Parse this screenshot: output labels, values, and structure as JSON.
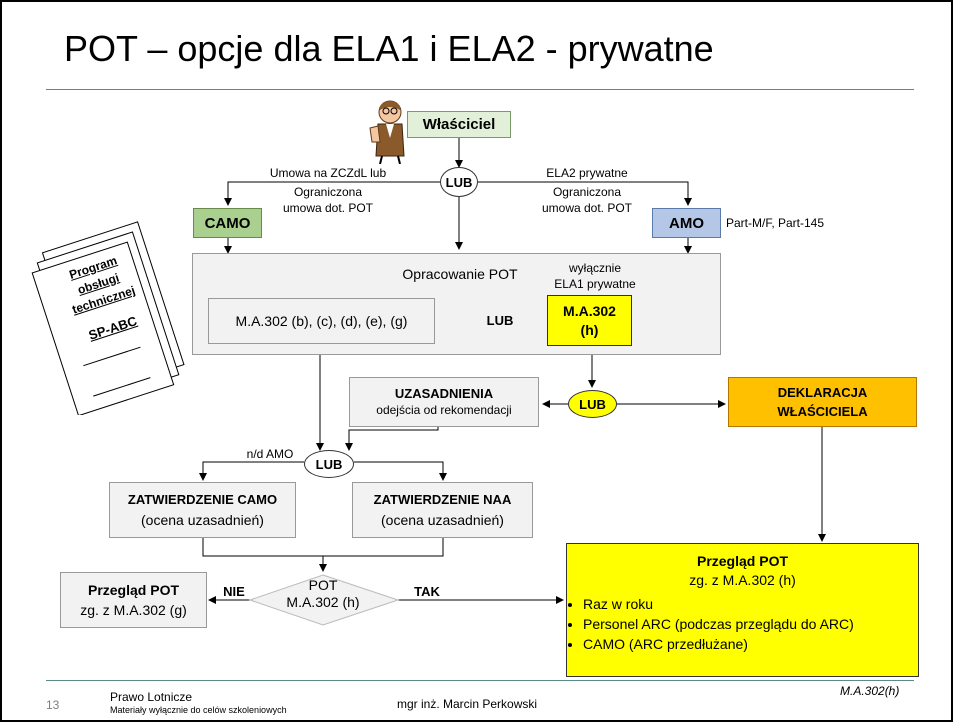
{
  "slide": {
    "title": "POT – opcje dla ELA1 i ELA2 - prywatne",
    "page_number": "13",
    "footer_org": "Prawo Lotnicze",
    "footer_note": "Materiały wyłącznie do celów szkoleniowych",
    "footer_author": "mgr inż. Marcin Perkowski",
    "footer_ref": "M.A.302(h)"
  },
  "nodes": {
    "owner": "Właściciel",
    "camo": "CAMO",
    "amo": "AMO",
    "amo_note": "Part-M/F, Part-145",
    "develop_pot": "Opracowanie POT",
    "ma302_options": "M.A.302 (b), (c), (d), (e), (g)",
    "or_inner": "LUB",
    "ela1_note_1": "wyłącznie",
    "ela1_note_2": "ELA1 prywatne",
    "ma302h_1": "M.A.302",
    "ma302h_2": "(h)",
    "justification_title": "UZASADNIENIA",
    "justification_sub": "odejścia od rekomendacji",
    "declaration_1": "DEKLARACJA",
    "declaration_2": "WŁAŚCICIELA",
    "approval_camo": "ZATWIERDZENIE CAMO",
    "approval_camo_sub": "(ocena uzasadnień)",
    "approval_naa": "ZATWIERDZENIE NAA",
    "approval_naa_sub": "(ocena uzasadnień)",
    "decision_1": "POT",
    "decision_2": "M.A.302 (h)",
    "no": "NIE",
    "yes": "TAK",
    "review_g_title": "Przegląd POT",
    "review_g_sub": "zg. z  M.A.302 (g)",
    "review_h_title": "Przegląd POT",
    "review_h_sub": "zg. z  M.A.302 (h)",
    "review_h_items": [
      "Raz w roku",
      "Personel ARC (podczas przeglądu do ARC)",
      "CAMO (ARC przedłużane)"
    ],
    "not_applicable_amo": "n/d AMO"
  },
  "edges": {
    "left_label_1": "Umowa na ZCZdL lub",
    "left_label_2": "Ograniczona",
    "left_label_3": "umowa dot. POT",
    "right_label_1": "ELA2 prywatne",
    "right_label_2": "Ograniczona",
    "right_label_3": "umowa dot. POT"
  },
  "ors": {
    "top": "LUB",
    "middle": "LUB",
    "bottom": "LUB"
  },
  "document_stack": {
    "line1": "Program",
    "line2": "obsługi",
    "line3": "technicznej",
    "line4": "SP-ABC"
  },
  "colors": {
    "camo_fill": "#a9d08e",
    "amo_fill": "#b4c7e7",
    "owner_fill": "#e2efd9",
    "declaration_fill": "#ffc000",
    "highlight_fill": "#ffff00",
    "rule": "#5b8a8a"
  }
}
